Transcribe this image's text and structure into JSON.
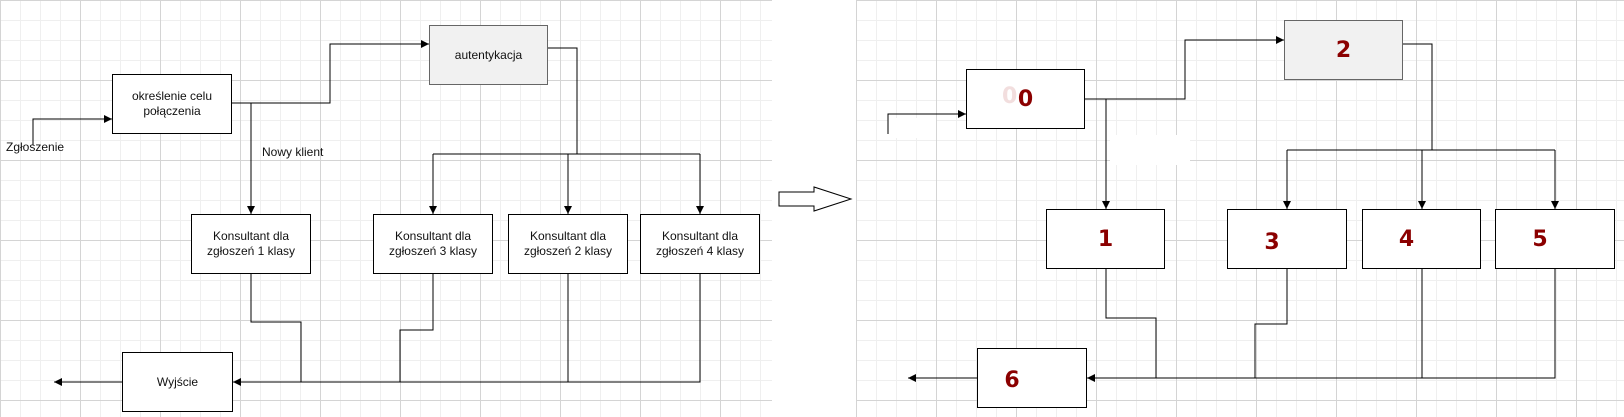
{
  "left_diagram": {
    "input_label": "Zgłoszenie",
    "purpose_box": "określenie celu połączenia",
    "auth_box": "autentykacja",
    "new_client_label": "Nowy klient",
    "consultant_1": "Konsultant dla zgłoszeń 1 klasy",
    "consultant_3": "Konsultant dla zgłoszeń 3 klasy",
    "consultant_2": "Konsultant dla zgłoszeń 2 klasy",
    "consultant_4": "Konsultant dla zgłoszeń 4 klasy",
    "output_box": "Wyjście"
  },
  "right_diagram": {
    "box_0": "0",
    "box_0_ghost": "0",
    "box_2": "2",
    "box_1": "1",
    "box_3": "3",
    "box_4": "4",
    "box_5": "5",
    "box_6": "6"
  },
  "colors": {
    "number_red": "#8b0000",
    "grid_major": "#d4d4d4",
    "grid_minor": "#efefef",
    "grey_fill": "#f1f1f1"
  },
  "icons": {
    "transition_arrow": "hollow-right-arrow"
  }
}
